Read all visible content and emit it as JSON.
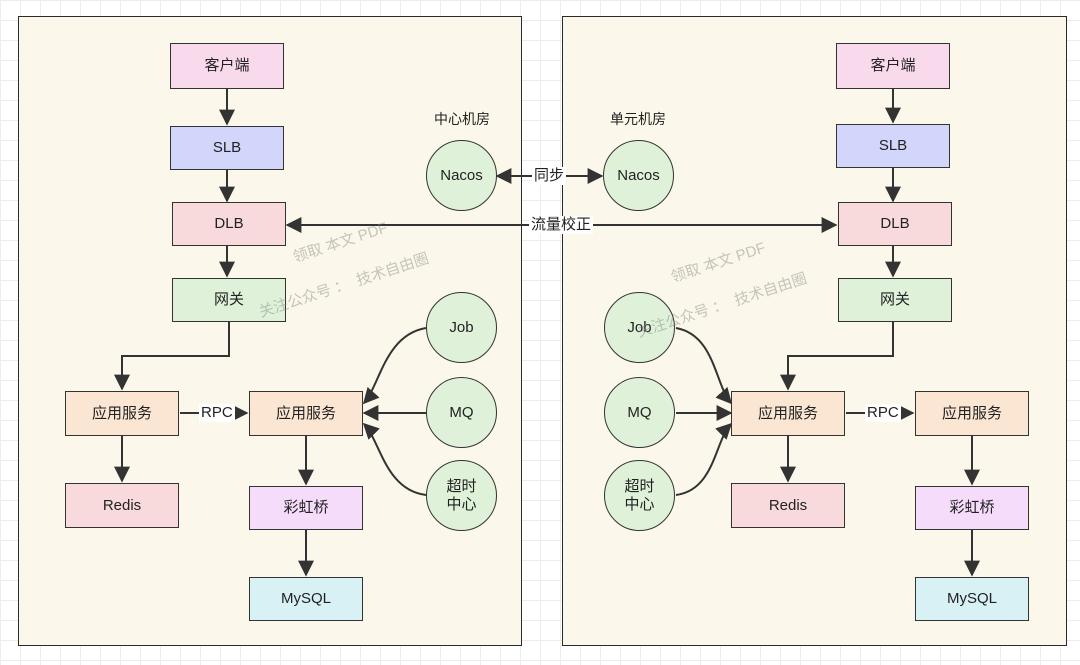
{
  "colors": {
    "panel_bg": "#fbf7ea",
    "client": "#f9d9ec",
    "slb": "#d3d6fb",
    "dlb": "#f9dadc",
    "gateway": "#dff2d9",
    "app_service": "#fbe6d4",
    "redis": "#f9dadc",
    "rainbow_bridge": "#f5dcfb",
    "mysql": "#d8f1f5",
    "circle": "#dff2d9",
    "edge": "#333333"
  },
  "left": {
    "region_label": "中心机房",
    "client": "客户端",
    "slb": "SLB",
    "dlb": "DLB",
    "gateway": "网关",
    "app_service_a": "应用服务",
    "app_service_b": "应用服务",
    "redis": "Redis",
    "rainbow_bridge": "彩虹桥",
    "mysql": "MySQL",
    "nacos": "Nacos",
    "job": "Job",
    "mq": "MQ",
    "timeout_center": "超时\n中心",
    "rpc": "RPC"
  },
  "right": {
    "region_label": "单元机房",
    "client": "客户端",
    "slb": "SLB",
    "dlb": "DLB",
    "gateway": "网关",
    "app_service_a": "应用服务",
    "app_service_b": "应用服务",
    "redis": "Redis",
    "rainbow_bridge": "彩虹桥",
    "mysql": "MySQL",
    "nacos": "Nacos",
    "job": "Job",
    "mq": "MQ",
    "timeout_center": "超时\n中心",
    "rpc": "RPC"
  },
  "cross": {
    "sync": "同步",
    "traffic_correction": "流量校正"
  },
  "watermark": {
    "line1": "领取 本文 PDF",
    "line2": "关注公众号 ：  技术自由圈"
  }
}
